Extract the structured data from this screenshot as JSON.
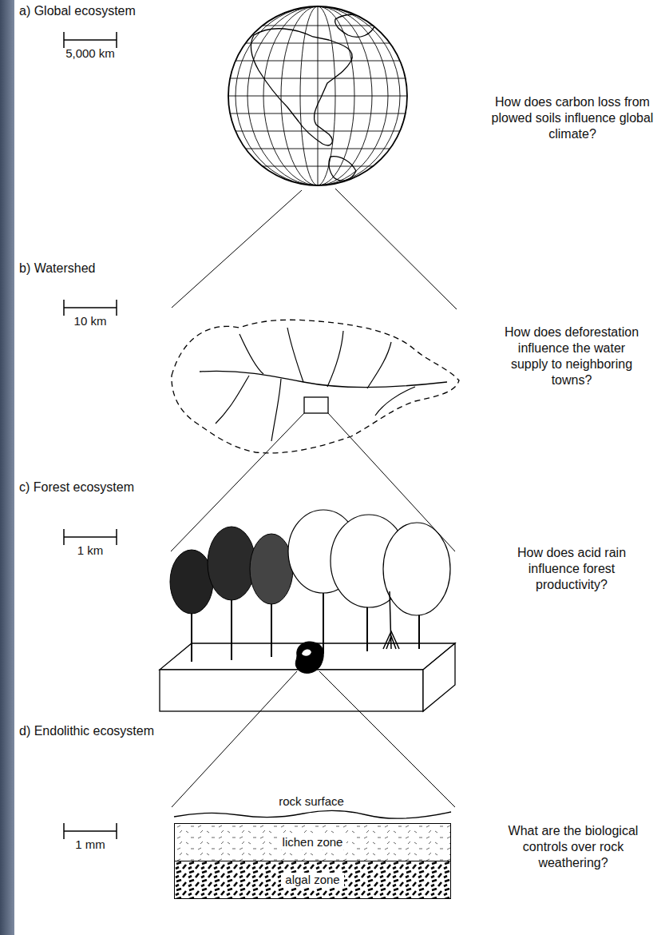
{
  "diagram": {
    "nodes": [
      {
        "text": [
          "lichen zone"
        ]
      },
      {
        "text": [
          "algal zone"
        ]
      }
    ],
    "labels": [
      "a) Global ecosystem",
      "5,000 km",
      "How does carbon loss from plowed soils influence global climate?",
      "b) Watershed",
      "10 km",
      "How does deforestation influence the water supply to neighboring towns?",
      "c) Forest ecosystem",
      "1 km",
      "How does acid rain influence forest productivity?",
      "d) Endolithic ecosystem",
      "1 mm",
      "What are the biological controls over rock weathering?",
      "rock surface"
    ]
  }
}
